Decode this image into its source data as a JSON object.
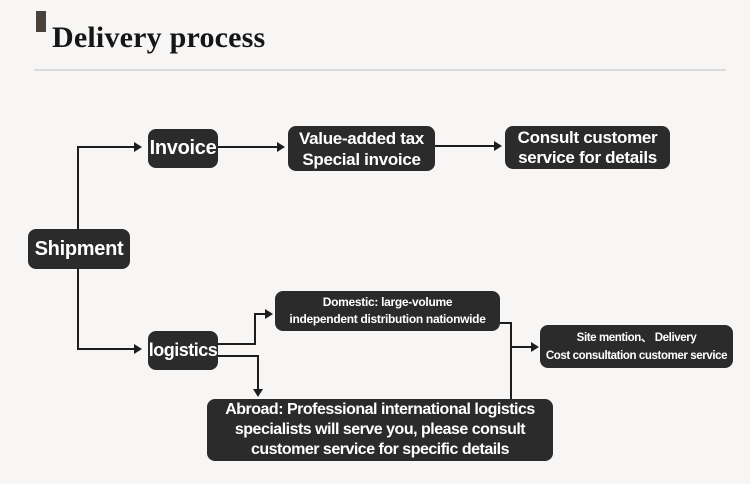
{
  "header": {
    "title": "Delivery process"
  },
  "colors": {
    "background": "#f7f6f5",
    "title_text": "#161616",
    "accent_bullet": "#4a423c",
    "divider": "#dcdcdc",
    "node_background": "#2b2b2b",
    "node_text": "#ffffff",
    "connector": "#1d1d1d"
  },
  "diagram": {
    "nodes": [
      {
        "id": "shipment",
        "lines": [
          "Shipment"
        ]
      },
      {
        "id": "invoice",
        "lines": [
          "Invoice"
        ]
      },
      {
        "id": "vat",
        "lines": [
          "Value-added tax",
          "Special invoice"
        ]
      },
      {
        "id": "consult",
        "lines": [
          "Consult customer",
          "service for details"
        ]
      },
      {
        "id": "logistics",
        "lines": [
          "logistics"
        ]
      },
      {
        "id": "domestic",
        "lines": [
          "Domestic: large-volume",
          "independent distribution nationwide"
        ]
      },
      {
        "id": "site",
        "lines": [
          "Site mention、 Delivery",
          "Cost consultation customer service"
        ]
      },
      {
        "id": "abroad",
        "lines": [
          "Abroad: Professional international logistics",
          "specialists will serve you, please consult",
          "customer service for specific details"
        ]
      }
    ],
    "edges": [
      {
        "from": "shipment",
        "to": "invoice"
      },
      {
        "from": "invoice",
        "to": "vat"
      },
      {
        "from": "vat",
        "to": "consult"
      },
      {
        "from": "shipment",
        "to": "logistics"
      },
      {
        "from": "logistics",
        "to": "domestic"
      },
      {
        "from": "logistics",
        "to": "abroad"
      },
      {
        "from": "domestic",
        "to": "site"
      },
      {
        "from": "abroad",
        "to": "site"
      }
    ]
  }
}
